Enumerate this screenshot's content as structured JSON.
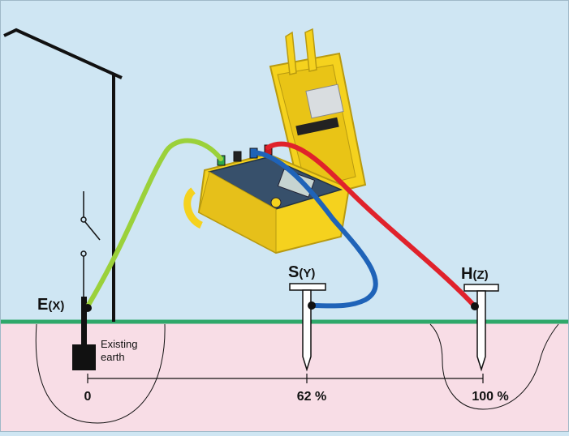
{
  "electrodes": {
    "e": {
      "letter": "E",
      "sub": "(X)"
    },
    "s": {
      "letter": "S",
      "sub": "(Y)"
    },
    "h": {
      "letter": "H",
      "sub": "(Z)"
    }
  },
  "existing_earth": {
    "line1": "Existing",
    "line2": "earth"
  },
  "scale": {
    "zero": "0",
    "mid": "62 %",
    "full": "100 %"
  },
  "colors": {
    "sky": "#cfe6f3",
    "ground": "#f8dde6",
    "ground_line": "#2ea86a",
    "lead_green": "#9bd13a",
    "lead_blue": "#1f63b8",
    "lead_red": "#e0222b",
    "instrument": "#f5d21e"
  },
  "instrument": {
    "icon": "earth-tester-icon"
  }
}
